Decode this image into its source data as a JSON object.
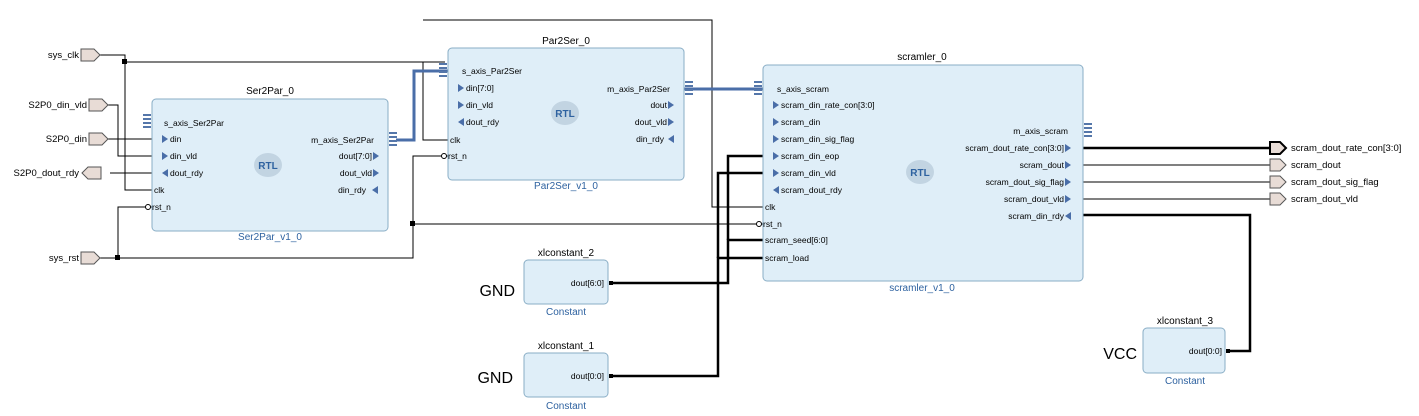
{
  "blocks": {
    "ser2par": {
      "title": "Ser2Par_0",
      "subtitle": "Ser2Par_v1_0",
      "rtl": "RTL",
      "ports_left": [
        "s_axis_Ser2Par",
        "din",
        "din_vld",
        "dout_rdy",
        "clk",
        "rst_n"
      ],
      "ports_right": [
        "m_axis_Ser2Par",
        "dout[7:0]",
        "dout_vld",
        "din_rdy"
      ]
    },
    "par2ser": {
      "title": "Par2Ser_0",
      "subtitle": "Par2Ser_v1_0",
      "rtl": "RTL",
      "ports_left": [
        "s_axis_Par2Ser",
        "din[7:0]",
        "din_vld",
        "dout_rdy",
        "clk",
        "rst_n"
      ],
      "ports_right": [
        "m_axis_Par2Ser",
        "dout",
        "dout_vld",
        "din_rdy"
      ]
    },
    "scramler": {
      "title": "scramler_0",
      "subtitle": "scramler_v1_0",
      "rtl": "RTL",
      "ports_left": [
        "s_axis_scram",
        "scram_din_rate_con[3:0]",
        "scram_din",
        "scram_din_sig_flag",
        "scram_din_eop",
        "scram_din_vld",
        "scram_dout_rdy",
        "clk",
        "rst_n",
        "scram_seed[6:0]",
        "scram_load"
      ],
      "ports_right": [
        "m_axis_scram",
        "scram_dout_rate_con[3:0]",
        "scram_dout",
        "scram_dout_sig_flag",
        "scram_dout_vld",
        "scram_din_rdy"
      ]
    },
    "xlconstant_2": {
      "title": "xlconstant_2",
      "subtitle": "Constant",
      "port": "dout[6:0]",
      "source": "GND"
    },
    "xlconstant_1": {
      "title": "xlconstant_1",
      "subtitle": "Constant",
      "port": "dout[0:0]",
      "source": "GND"
    },
    "xlconstant_3": {
      "title": "xlconstant_3",
      "subtitle": "Constant",
      "port": "dout[0:0]",
      "source": "VCC"
    }
  },
  "external_inputs": [
    "sys_clk",
    "S2P0_din_vld",
    "S2P0_din",
    "S2P0_dout_rdy",
    "sys_rst"
  ],
  "external_outputs": [
    "scram_dout_rate_con[3:0]",
    "scram_dout",
    "scram_dout_sig_flag",
    "scram_dout_vld"
  ],
  "colors": {
    "block_fill": "#dfeef8",
    "block_border": "#8aaec6",
    "axi_bus": "#4a6ea8",
    "subtitle": "#2e62a0",
    "external_port": "#e8dcd6"
  }
}
